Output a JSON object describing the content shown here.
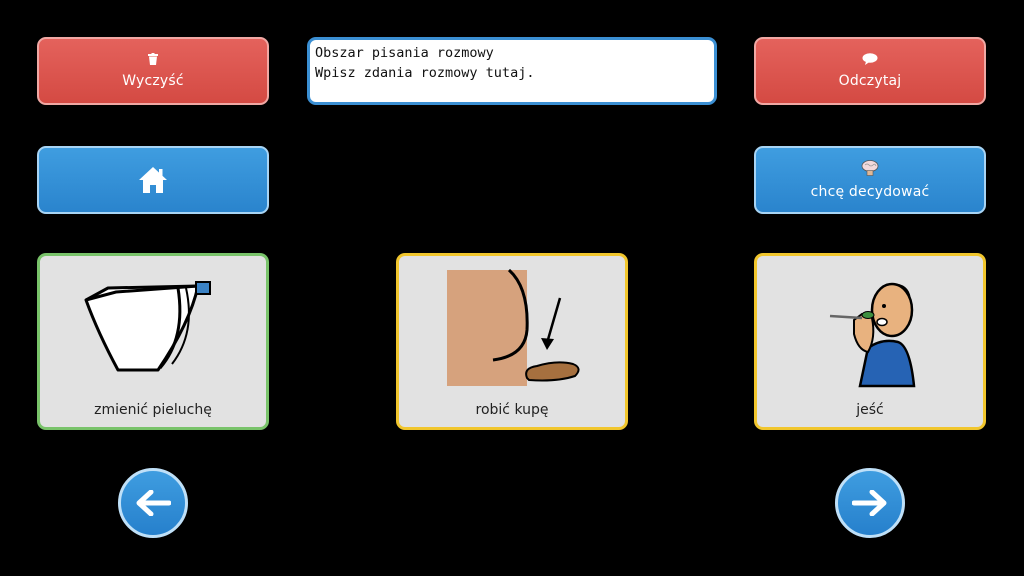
{
  "toolbar": {
    "clear": {
      "label": "Wyczyść",
      "icon": "trash-icon",
      "color": "#d9534f"
    },
    "read": {
      "label": "Odczytaj",
      "icon": "speech-bubble-icon",
      "color": "#d9534f"
    },
    "home": {
      "icon": "home-icon",
      "color": "#2e8bd3"
    },
    "decide": {
      "label": "chcę decydować",
      "icon": "brain-icon",
      "color": "#2e8bd3"
    }
  },
  "message_area": {
    "title": "Obszar pisania rozmowy",
    "hint": "Wpisz zdania rozmowy tutaj."
  },
  "cards": [
    {
      "label": "zmienić pieluchę",
      "icon": "diaper-icon",
      "border_color": "#79c36a"
    },
    {
      "label": "robić kupę",
      "icon": "poop-icon",
      "border_color": "#f1c62d"
    },
    {
      "label": "jeść",
      "icon": "eating-person-icon",
      "border_color": "#f1c62d"
    }
  ],
  "navigation": {
    "prev": {
      "icon": "arrow-left-icon"
    },
    "next": {
      "icon": "arrow-right-icon"
    }
  }
}
